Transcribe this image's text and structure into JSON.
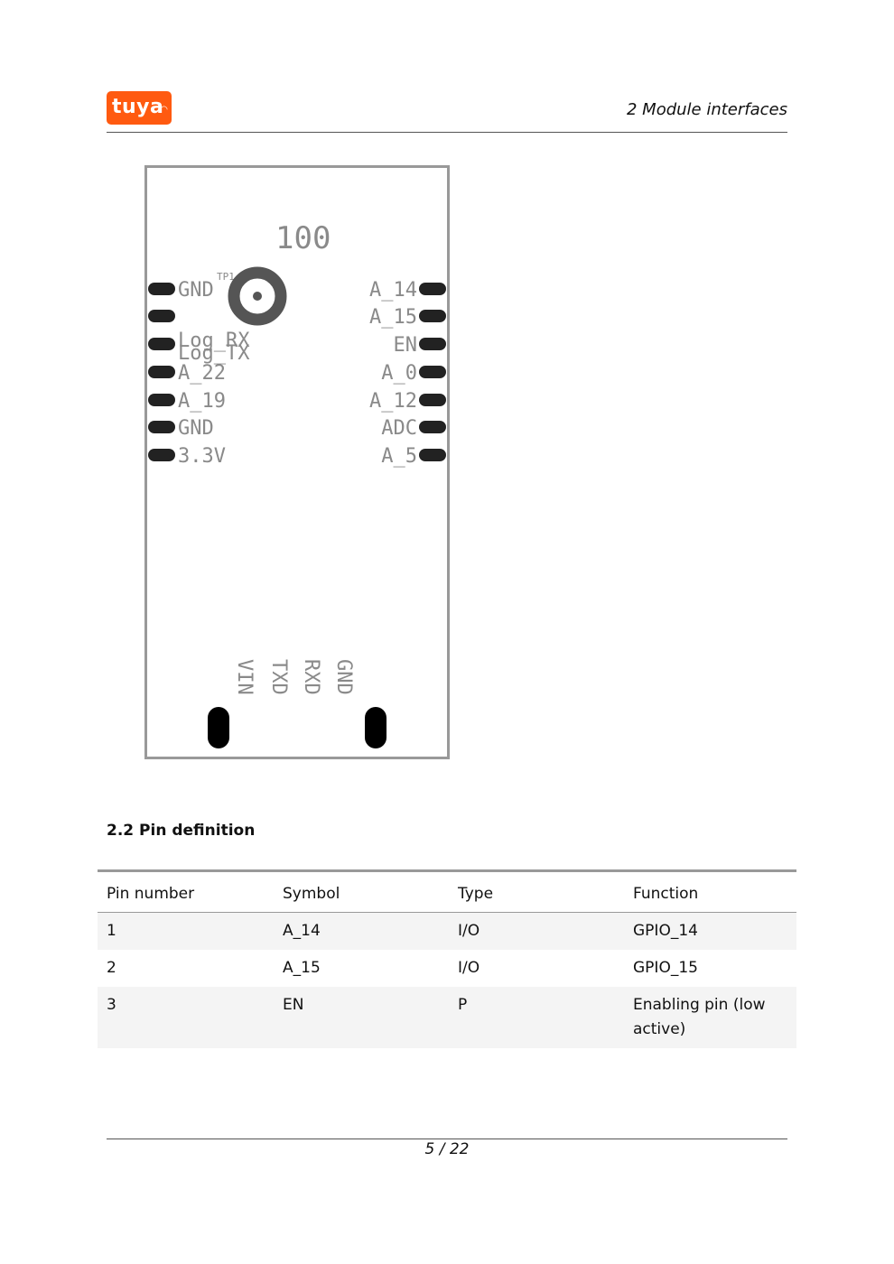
{
  "header": {
    "logo_text": "tuya",
    "section_title": "2  Module interfaces"
  },
  "diagram": {
    "top_label": "100",
    "tp_label": "TP1",
    "left_pins": [
      "GND",
      "",
      "Log_RX",
      "A_22",
      "A_19",
      "GND",
      "3.3V"
    ],
    "log_tx": "Log_TX",
    "right_pins": [
      "A_14",
      "A_15",
      "EN",
      "A_0",
      "A_12",
      "ADC",
      "A_5"
    ],
    "bottom_pins": [
      "VIN",
      "TXD",
      "RXD",
      "GND"
    ]
  },
  "section": {
    "heading": "2.2  Pin definition"
  },
  "table": {
    "headers": [
      "Pin number",
      "Symbol",
      "Type",
      "Function"
    ],
    "rows": [
      [
        "1",
        "A_14",
        "I/O",
        "GPIO_14"
      ],
      [
        "2",
        "A_15",
        "I/O",
        "GPIO_15"
      ],
      [
        "3",
        "EN",
        "P",
        "Enabling pin (low active)"
      ]
    ]
  },
  "footer": {
    "page": "5 / 22"
  },
  "colors": {
    "brand": "#ff5a10"
  }
}
